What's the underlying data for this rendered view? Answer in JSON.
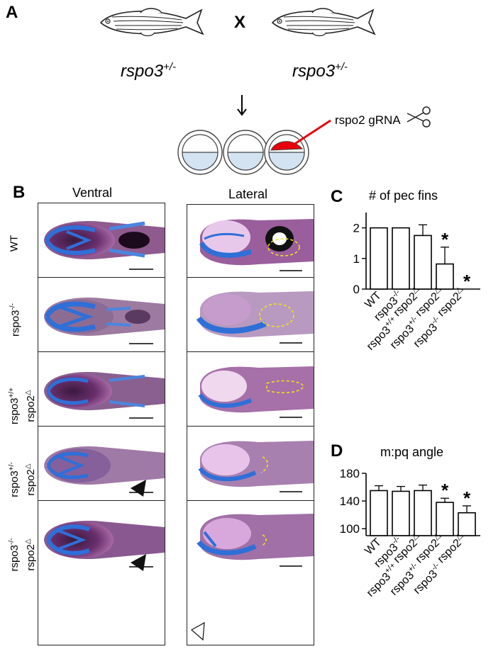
{
  "panels": {
    "a": "A",
    "b": "B",
    "c": "C",
    "d": "D"
  },
  "cross": {
    "left_genotype_base": "rspo3",
    "left_genotype_sup": "+/-",
    "cross_symbol": "X",
    "right_genotype_base": "rspo3",
    "right_genotype_sup": "+/-",
    "injection_label": "rspo2 gRNA",
    "icons": [
      "zebrafish-icon",
      "down-arrow-icon",
      "embryo-icon",
      "needle-icon",
      "scissors-icon"
    ]
  },
  "images": {
    "col_ventral": "Ventral",
    "col_lateral": "Lateral",
    "rows": [
      {
        "base": "WT",
        "sup": "",
        "line2": "",
        "line2_sup": ""
      },
      {
        "base": "rspo3",
        "sup": "-/-",
        "line2": "",
        "line2_sup": ""
      },
      {
        "base": "rspo3",
        "sup": "+/+",
        "line2": "rspo2",
        "line2_sup": "△"
      },
      {
        "base": "rspo3",
        "sup": "+/-",
        "line2": "rspo2",
        "line2_sup": "△"
      },
      {
        "base": "rspo3",
        "sup": "-/-",
        "line2": "rspo2",
        "line2_sup": "△"
      }
    ]
  },
  "chart_data": [
    {
      "type": "bar",
      "panel": "C",
      "title": "# of pec fins",
      "categories": [
        "WT",
        "rspo3-/-",
        "rspo3+/+ rspo2△",
        "rspo3+/- rspo2△",
        "rspo3-/- rspo2△"
      ],
      "values": [
        2,
        2,
        1.75,
        0.82,
        0
      ],
      "errors": [
        0,
        0,
        0.35,
        0.55,
        0
      ],
      "significant": [
        false,
        false,
        false,
        true,
        true
      ],
      "significance_marker": "*",
      "yticks": [
        0,
        1,
        2
      ],
      "ylim": [
        0,
        2.5
      ]
    },
    {
      "type": "bar",
      "panel": "D",
      "title": "m:pq angle",
      "categories": [
        "WT",
        "rspo3-/-",
        "rspo3+/+ rspo2△",
        "rspo3+/- rspo2△",
        "rspo3-/- rspo2△"
      ],
      "values": [
        155,
        154,
        155,
        138,
        123
      ],
      "errors": [
        7,
        7,
        8,
        6,
        10
      ],
      "significant": [
        false,
        false,
        false,
        true,
        true
      ],
      "significance_marker": "*",
      "yticks": [
        100,
        140,
        180
      ],
      "ylim": [
        90,
        180
      ]
    }
  ],
  "category_labels": [
    {
      "parts": [
        {
          "t": "WT",
          "sup": ""
        }
      ]
    },
    {
      "parts": [
        {
          "t": "rspo3",
          "sup": "-/-"
        }
      ]
    },
    {
      "parts": [
        {
          "t": "rspo3",
          "sup": "+/+"
        },
        {
          "t": " rspo2",
          "sup": "△"
        }
      ]
    },
    {
      "parts": [
        {
          "t": "rspo3",
          "sup": "+/-"
        },
        {
          "t": " rspo2",
          "sup": "△"
        }
      ]
    },
    {
      "parts": [
        {
          "t": "rspo3",
          "sup": "-/-"
        },
        {
          "t": " rspo2",
          "sup": "△"
        }
      ]
    }
  ]
}
